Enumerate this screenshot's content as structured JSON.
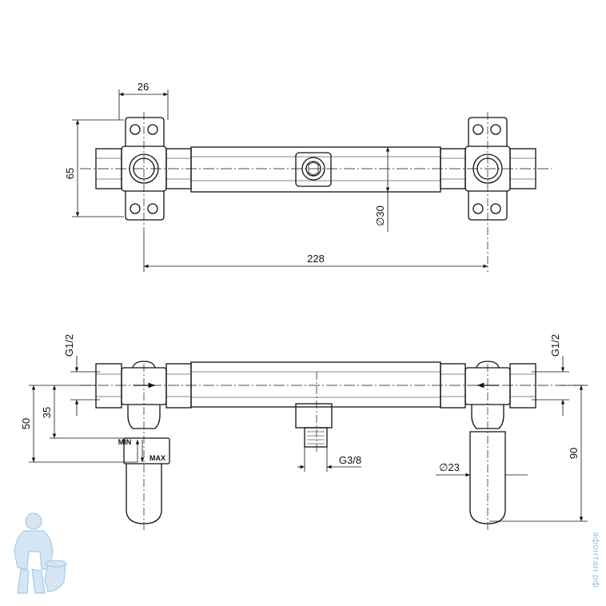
{
  "dimensions": {
    "top_width_26": "26",
    "top_height_65": "65",
    "top_diameter_30": "∅30",
    "top_length_228": "228",
    "side_thread_left": "G1/2",
    "side_thread_right": "G1/2",
    "side_height_50": "50",
    "side_height_35": "35",
    "side_thread_g38": "G3/8",
    "side_diameter_23": "∅23",
    "side_height_90": "90"
  },
  "markings": {
    "min_label": "MIN",
    "max_label": "MAX"
  },
  "watermark": {
    "site_text": "афонтан.рф"
  },
  "colors": {
    "line": "#111111",
    "watermark": "#9cc3e0"
  }
}
